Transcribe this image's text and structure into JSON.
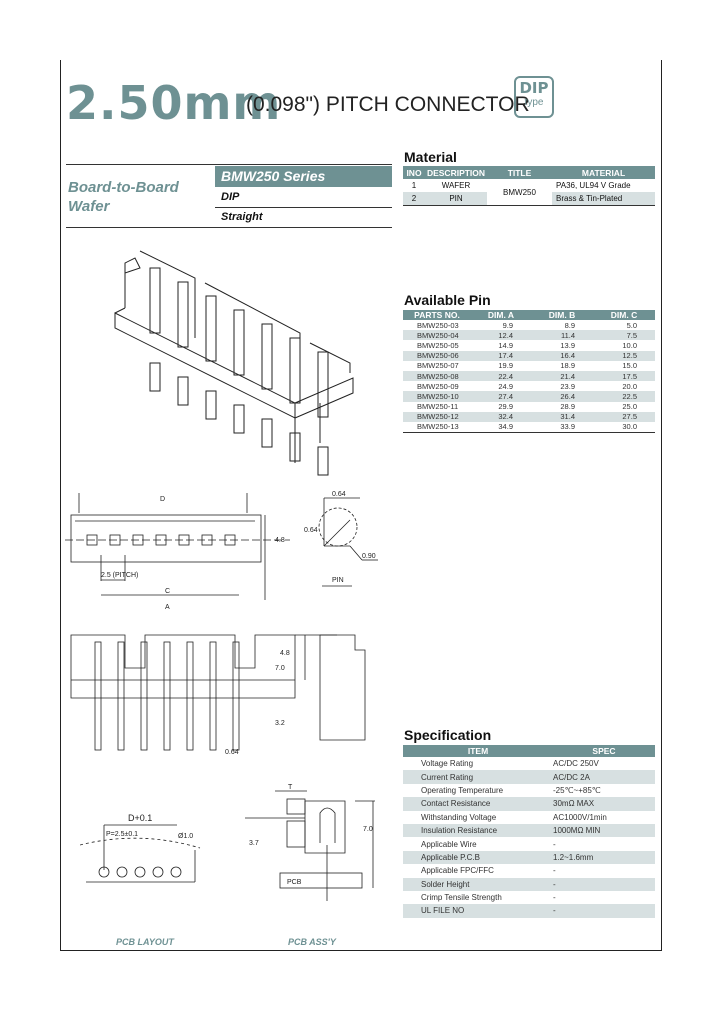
{
  "header": {
    "pitch": "2.50mm",
    "subtitle": "(0.098\") PITCH CONNECTOR",
    "badge": {
      "top": "DIP",
      "bottom": "type"
    }
  },
  "category": {
    "line1": "Board-to-Board",
    "line2": "Wafer"
  },
  "series": {
    "name": "BMW250 Series",
    "type": "DIP",
    "orientation": "Straight"
  },
  "material": {
    "title": "Material",
    "columns": [
      "INO",
      "DESCRIPTION",
      "TITLE",
      "MATERIAL"
    ],
    "title_value": "BMW250",
    "rows": [
      {
        "no": "1",
        "description": "WAFER",
        "material": "PA36, UL94 V Grade"
      },
      {
        "no": "2",
        "description": "PIN",
        "material": "Brass & Tin-Plated"
      }
    ]
  },
  "available_pin": {
    "title": "Available Pin",
    "columns": [
      "PARTS NO.",
      "DIM. A",
      "DIM. B",
      "DIM. C"
    ],
    "rows": [
      [
        "BMW250-03",
        "9.9",
        "8.9",
        "5.0"
      ],
      [
        "BMW250-04",
        "12.4",
        "11.4",
        "7.5"
      ],
      [
        "BMW250-05",
        "14.9",
        "13.9",
        "10.0"
      ],
      [
        "BMW250-06",
        "17.4",
        "16.4",
        "12.5"
      ],
      [
        "BMW250-07",
        "19.9",
        "18.9",
        "15.0"
      ],
      [
        "BMW250-08",
        "22.4",
        "21.4",
        "17.5"
      ],
      [
        "BMW250-09",
        "24.9",
        "23.9",
        "20.0"
      ],
      [
        "BMW250-10",
        "27.4",
        "26.4",
        "22.5"
      ],
      [
        "BMW250-11",
        "29.9",
        "28.9",
        "25.0"
      ],
      [
        "BMW250-12",
        "32.4",
        "31.4",
        "27.5"
      ],
      [
        "BMW250-13",
        "34.9",
        "33.9",
        "30.0"
      ]
    ]
  },
  "specification": {
    "title": "Specification",
    "columns": [
      "ITEM",
      "SPEC"
    ],
    "rows": [
      [
        "Voltage Rating",
        "AC/DC 250V"
      ],
      [
        "Current Rating",
        "AC/DC 2A"
      ],
      [
        "Operating Temperature",
        "-25℃~+85℃"
      ],
      [
        "Contact Resistance",
        "30mΩ MAX"
      ],
      [
        "Withstanding Voltage",
        "AC1000V/1min"
      ],
      [
        "Insulation Resistance",
        "1000MΩ MIN"
      ],
      [
        "Applicable Wire",
        "-"
      ],
      [
        "Applicable P.C.B",
        "1.2~1.6mm"
      ],
      [
        "Applicable FPC/FFC",
        "-"
      ],
      [
        "Solder Height",
        "-"
      ],
      [
        "Crimp Tensile Strength",
        "-"
      ],
      [
        "UL FILE NO",
        "-"
      ]
    ]
  },
  "drawings": {
    "top_view": {
      "d": "D",
      "pitch": "2.5 (PITCH)",
      "c": "C",
      "a": "A",
      "h": "4.8"
    },
    "pin_detail": {
      "w": "0.64",
      "h": "0.64",
      "diag": "0.90",
      "label": "PIN"
    },
    "front_view": {
      "h1": "4.8",
      "h2": "7.0",
      "tail": "3.2",
      "pin_w": "0.64"
    },
    "pcb_layout": {
      "d": "D+0.1",
      "p": "P=2.5±0.1",
      "hole": "Ø1.0",
      "caption": "PCB LAYOUT"
    },
    "pcb_assy": {
      "t": "T",
      "h": "7.0",
      "tail": "3.7",
      "pcb": "PCB",
      "caption": "PCB ASS'Y"
    }
  },
  "colors": {
    "accent": "#6e9193",
    "row_alt": "#d7e0e1"
  }
}
